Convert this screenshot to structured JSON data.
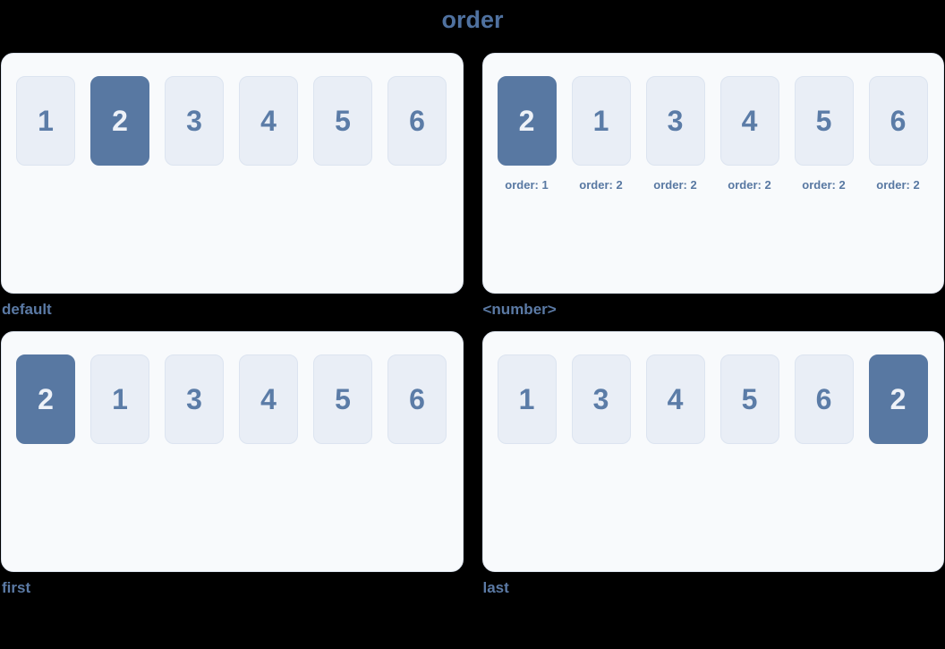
{
  "page": {
    "title": "order"
  },
  "colors": {
    "page_bg": "#000000",
    "title_text": "#4f719f",
    "caption_text": "#5b7aa5",
    "panel_bg": "#f8fafc",
    "panel_border": "#dde4ee",
    "item_bg": "#e9eef6",
    "item_border": "#dce4f0",
    "item_text": "#5b7ca7",
    "highlight_bg": "#5878a2",
    "highlight_text": "#eef2f8",
    "order_label_text": "#5878a2"
  },
  "panels": [
    {
      "caption": "default",
      "items": [
        {
          "label": "1",
          "highlight": false
        },
        {
          "label": "2",
          "highlight": true
        },
        {
          "label": "3",
          "highlight": false
        },
        {
          "label": "4",
          "highlight": false
        },
        {
          "label": "5",
          "highlight": false
        },
        {
          "label": "6",
          "highlight": false
        }
      ]
    },
    {
      "caption": "<number>",
      "items": [
        {
          "label": "2",
          "highlight": true,
          "order_label": "order: 1"
        },
        {
          "label": "1",
          "highlight": false,
          "order_label": "order: 2"
        },
        {
          "label": "3",
          "highlight": false,
          "order_label": "order: 2"
        },
        {
          "label": "4",
          "highlight": false,
          "order_label": "order: 2"
        },
        {
          "label": "5",
          "highlight": false,
          "order_label": "order: 2"
        },
        {
          "label": "6",
          "highlight": false,
          "order_label": "order: 2"
        }
      ]
    },
    {
      "caption": "first",
      "items": [
        {
          "label": "2",
          "highlight": true
        },
        {
          "label": "1",
          "highlight": false
        },
        {
          "label": "3",
          "highlight": false
        },
        {
          "label": "4",
          "highlight": false
        },
        {
          "label": "5",
          "highlight": false
        },
        {
          "label": "6",
          "highlight": false
        }
      ]
    },
    {
      "caption": "last",
      "items": [
        {
          "label": "1",
          "highlight": false
        },
        {
          "label": "3",
          "highlight": false
        },
        {
          "label": "4",
          "highlight": false
        },
        {
          "label": "5",
          "highlight": false
        },
        {
          "label": "6",
          "highlight": false
        },
        {
          "label": "2",
          "highlight": true
        }
      ]
    }
  ]
}
